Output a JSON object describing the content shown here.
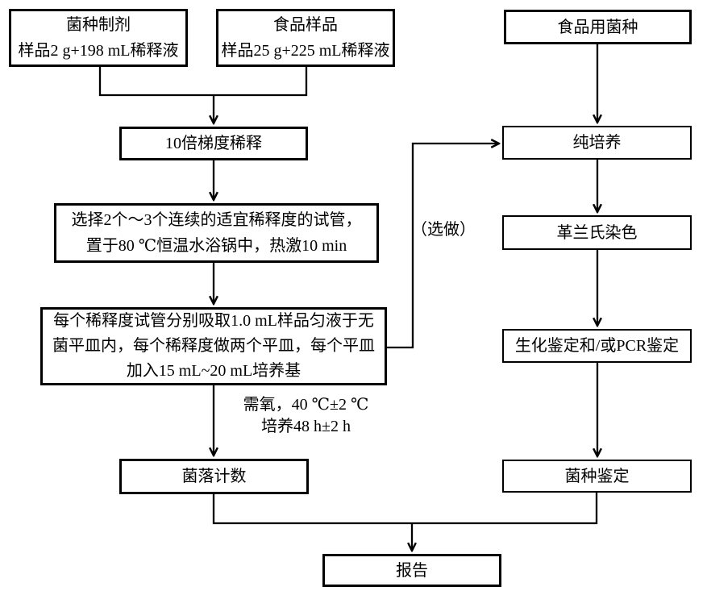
{
  "diagram": {
    "background_color": "#ffffff",
    "line_color": "#000000",
    "nodes": {
      "strain_prep": {
        "label": "菌种制剂\n样品2 g+198 mL稀释液"
      },
      "food_sample": {
        "label": "食品样品\n样品25 g+225 mL稀释液"
      },
      "food_strain": {
        "label": "食品用菌种"
      },
      "serial_dilution": {
        "label": "10倍梯度稀释"
      },
      "heat_shock": {
        "label": "选择2个～3个连续的适宜稀释度的试管，\n置于80 ℃恒温水浴锅中，热激10 min"
      },
      "plating": {
        "label": "每个稀释度试管分别吸取1.0 mL样品匀液于无\n菌平皿内，每个稀释度做两个平皿，每个平皿\n加入15 mL~20 mL培养基"
      },
      "colony_count": {
        "label": "菌落计数"
      },
      "pure_culture": {
        "label": "纯培养"
      },
      "gram_stain": {
        "label": "革兰氏染色"
      },
      "biochem_pcr": {
        "label": "生化鉴定和/或PCR鉴定"
      },
      "strain_id": {
        "label": "菌种鉴定"
      },
      "report": {
        "label": "报告"
      }
    },
    "annotations": {
      "incubation": "需氧，40 ℃±2 ℃\n培养48 h±2 h",
      "optional": "（选做）"
    }
  }
}
